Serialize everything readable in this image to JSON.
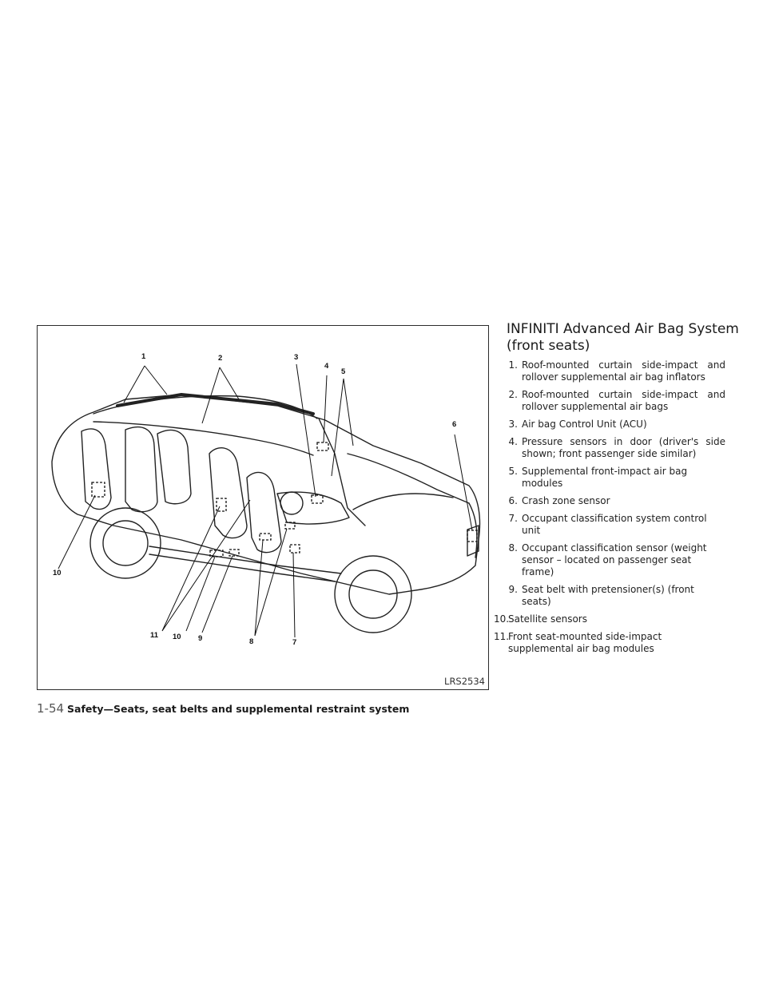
{
  "figure": {
    "code": "LRS2534",
    "callouts": [
      "1",
      "2",
      "3",
      "4",
      "5",
      "6",
      "10",
      "11",
      "10",
      "9",
      "8",
      "7"
    ]
  },
  "section": {
    "title": "INFINITI Advanced Air Bag System (front seats)",
    "items": [
      {
        "num": "1.",
        "text": "Roof-mounted curtain side-impact and rollover supplemental air bag inflators"
      },
      {
        "num": "2.",
        "text": "Roof-mounted curtain side-impact and rollover supplemental air bags"
      },
      {
        "num": "3.",
        "text": "Air bag Control Unit (ACU)"
      },
      {
        "num": "4.",
        "text": "Pressure sensors in door (driver's side shown; front passenger side similar)"
      },
      {
        "num": "5.",
        "text": "Supplemental front-impact air bag modules"
      },
      {
        "num": "6.",
        "text": "Crash zone sensor"
      },
      {
        "num": "7.",
        "text": "Occupant classification system control unit"
      },
      {
        "num": "8.",
        "text": "Occupant classification sensor (weight sensor – located on passenger seat frame)"
      },
      {
        "num": "9.",
        "text": "Seat belt with pretensioner(s) (front seats)"
      },
      {
        "num": "10.",
        "text": "Satellite sensors"
      },
      {
        "num": "11.",
        "text": "Front seat-mounted side-impact supplemental air bag modules"
      }
    ]
  },
  "footer": {
    "page": "1-54",
    "title": "Safety—Seats, seat belts and supplemental restraint system"
  }
}
